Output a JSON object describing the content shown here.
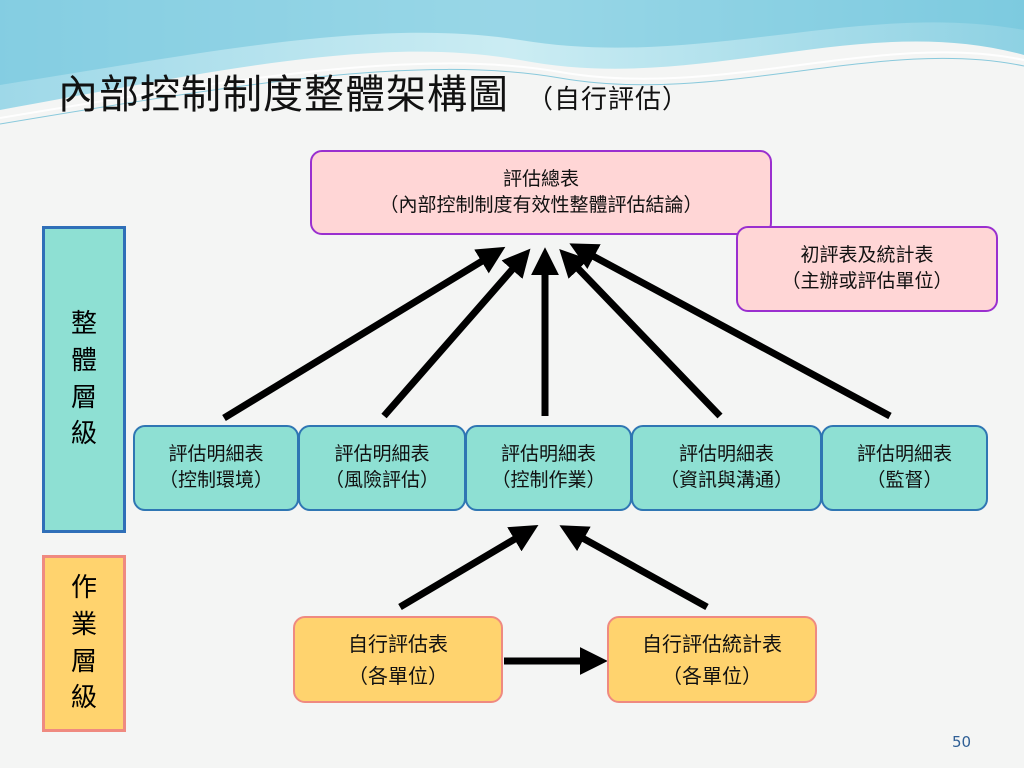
{
  "title": {
    "main": "內部控制制度整體架構圖",
    "sub": "（自行評估）"
  },
  "side_labels": {
    "overall": [
      "整",
      "體",
      "層",
      "級"
    ],
    "operation": [
      "作",
      "業",
      "層",
      "級"
    ]
  },
  "summary_box": {
    "line1": "評估總表",
    "line2": "（內部控制制度有效性整體評估結論）"
  },
  "initial_box": {
    "line1": "初評表及統計表",
    "line2": "（主辦或評估單位）"
  },
  "detail_boxes": [
    {
      "line1": "評估明細表",
      "line2": "（控制環境）"
    },
    {
      "line1": "評估明細表",
      "line2": "（風險評估）"
    },
    {
      "line1": "評估明細表",
      "line2": "（控制作業）"
    },
    {
      "line1": "評估明細表",
      "line2": "（資訊與溝通）"
    },
    {
      "line1": "評估明細表",
      "line2": "（監督）"
    }
  ],
  "self_box": {
    "line1": "自行評估表",
    "line2": "（各單位）"
  },
  "stat_box": {
    "line1": "自行評估統計表",
    "line2": "（各單位）"
  },
  "page_number": "50",
  "colors": {
    "pink_fill": "#ffd6d6",
    "purple_border": "#9a2fcf",
    "teal_fill": "#8ee0d3",
    "blue_border": "#2f76b3",
    "orange_fill": "#ffd36e",
    "salmon_border": "#ef8a80"
  }
}
